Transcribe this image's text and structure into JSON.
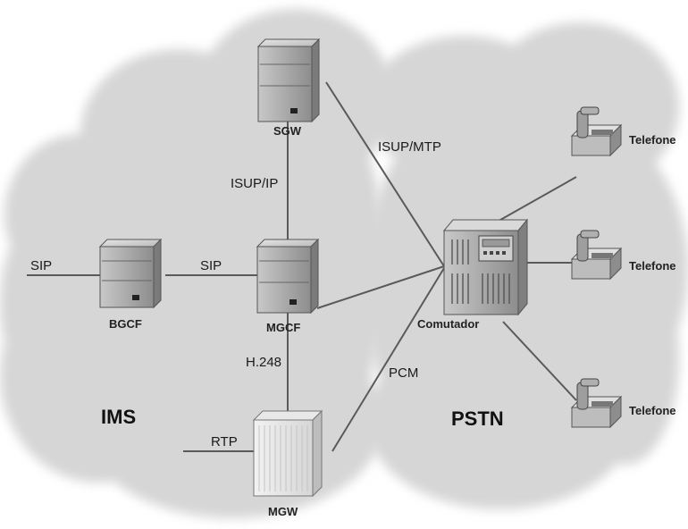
{
  "nodes": {
    "sgw": "SGW",
    "mgcf": "MGCF",
    "bgcf": "BGCF",
    "mgw": "MGW",
    "comutador": "Comutador",
    "telefone_1": "Telefone",
    "telefone_2": "Telefone",
    "telefone_3": "Telefone"
  },
  "links": {
    "isup_ip": "ISUP/IP",
    "isup_mtp": "ISUP/MTP",
    "sip_left": "SIP",
    "sip_mid": "SIP",
    "h248": "H.248",
    "pcm": "PCM",
    "rtp": "RTP"
  },
  "domains": {
    "ims": "IMS",
    "pstn": "PSTN"
  },
  "colors": {
    "cloud": "#dcdcdc",
    "server": "#9a9a9a",
    "line": "#5a5a5a"
  }
}
